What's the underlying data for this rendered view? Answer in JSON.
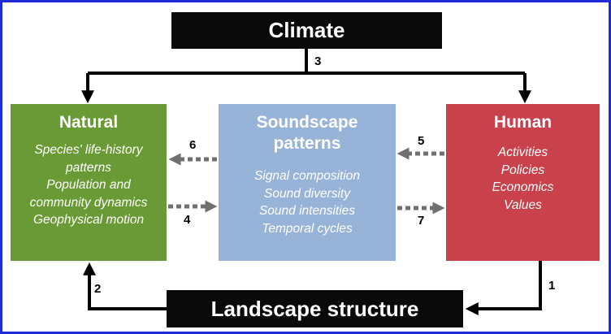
{
  "climate": {
    "label": "Climate"
  },
  "landscape": {
    "label": "Landscape structure"
  },
  "natural": {
    "title": "Natural",
    "items": [
      "Species' life-history",
      "patterns",
      "Population and",
      "community dynamics",
      "Geophysical motion"
    ]
  },
  "soundscape": {
    "title_line1": "Soundscape",
    "title_line2": "patterns",
    "items": [
      "Signal composition",
      "Sound diversity",
      "Sound intensities",
      "Temporal cycles"
    ]
  },
  "human": {
    "title": "Human",
    "items": [
      "Activities",
      "Policies",
      "Economics",
      "Values"
    ]
  },
  "links": [
    "1",
    "2",
    "3",
    "4",
    "5",
    "6",
    "7"
  ],
  "colors": {
    "natural": "#6a9a35",
    "soundscape": "#98b3d8",
    "human": "#c8414b",
    "frame": "#1f2bd6",
    "dashed_arrow": "#707070"
  }
}
